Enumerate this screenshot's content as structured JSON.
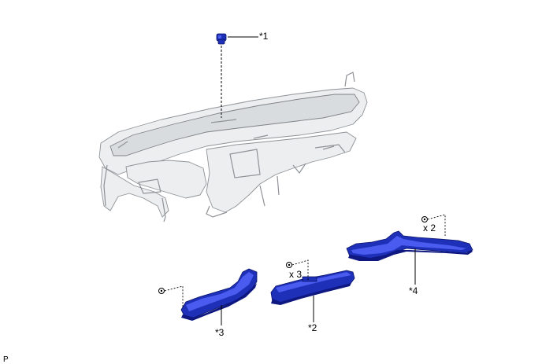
{
  "figure": {
    "corner_label": "P",
    "callouts": {
      "c1": "*1",
      "c2": "*2",
      "c3": "*3",
      "c4": "*4"
    },
    "quantities": {
      "q_part2": "x 3",
      "q_part4": "x 2"
    }
  },
  "colors": {
    "part_highlight": "#1e2fb8",
    "instrument_panel": "#eceef0",
    "line": "#000000"
  },
  "icons": [
    "clip-icon",
    "bolt-icon"
  ]
}
